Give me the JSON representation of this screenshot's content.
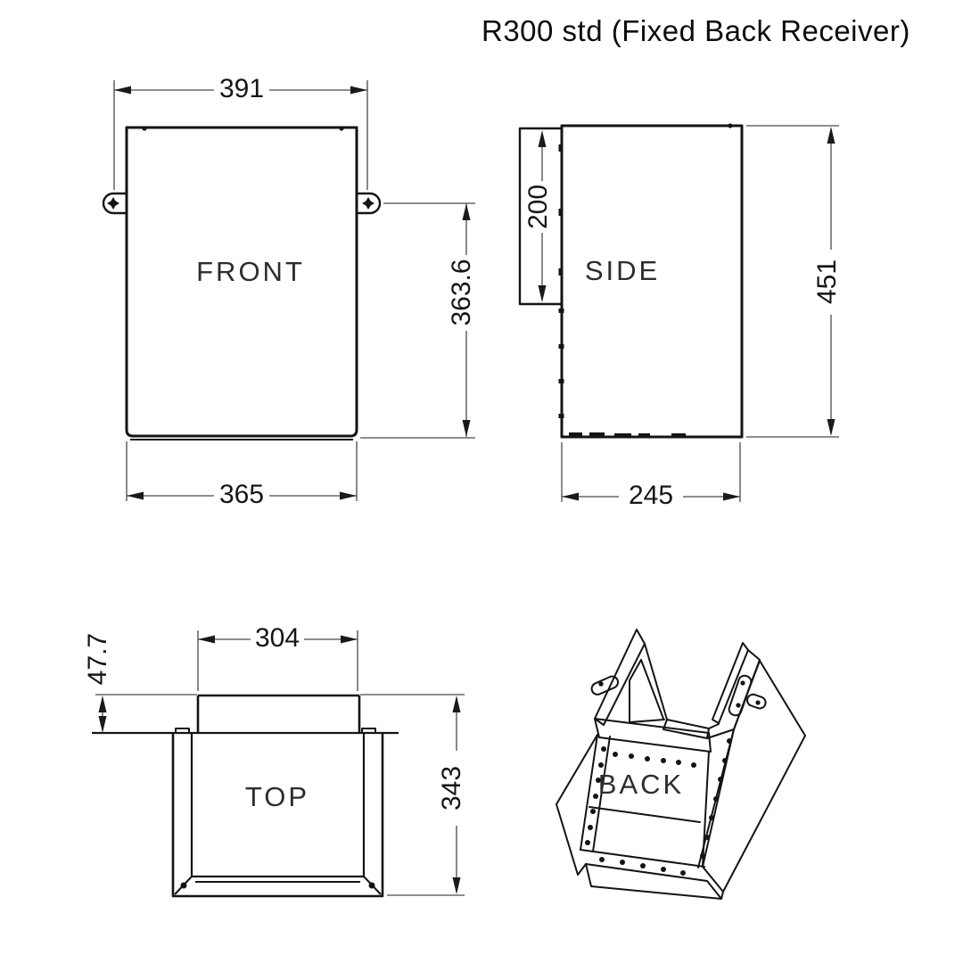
{
  "title": "R300 std (Fixed Back Receiver)",
  "views": {
    "front": {
      "label": "FRONT",
      "dims": {
        "overall_width": "391",
        "body_width": "365",
        "height_below_tabs": "363.6"
      }
    },
    "side": {
      "label": "SIDE",
      "dims": {
        "flange_height": "200",
        "overall_height": "451",
        "depth": "245"
      }
    },
    "top": {
      "label": "TOP",
      "dims": {
        "opening_width": "304",
        "lip_depth": "47.7",
        "overall_depth": "343"
      }
    },
    "back": {
      "label": "BACK"
    }
  },
  "colors": {
    "object_line": "#141414",
    "dimension_line": "#4a4a4a",
    "text": "#161616",
    "background": "#ffffff"
  }
}
